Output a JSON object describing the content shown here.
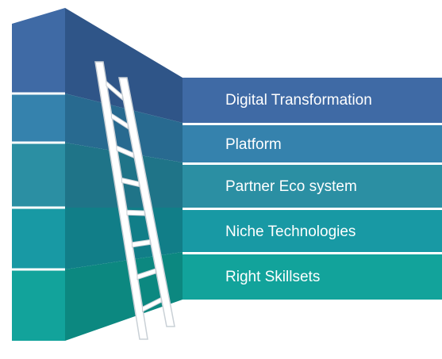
{
  "diagram": {
    "layers": [
      {
        "label": "Digital Transformation",
        "front_color": "#3f6aa5",
        "side_color": "#2f5588",
        "top_color": "#5b84bd"
      },
      {
        "label": "Platform",
        "front_color": "#3582ad",
        "side_color": "#286a90",
        "top_color": "#4b97c1"
      },
      {
        "label": "Partner Eco system",
        "front_color": "#2b8fa3",
        "side_color": "#1f7488",
        "top_color": "#45a6b9"
      },
      {
        "label": "Niche Technologies",
        "front_color": "#1899a4",
        "side_color": "#117e88",
        "top_color": "#35b0ba"
      },
      {
        "label": "Right Skillsets",
        "front_color": "#12a39b",
        "side_color": "#0c8880",
        "top_color": "#2fbab1"
      }
    ],
    "ladder": {
      "color": "#ffffff",
      "shade": "#c9d0d6"
    },
    "separator_color": "#ffffff"
  }
}
